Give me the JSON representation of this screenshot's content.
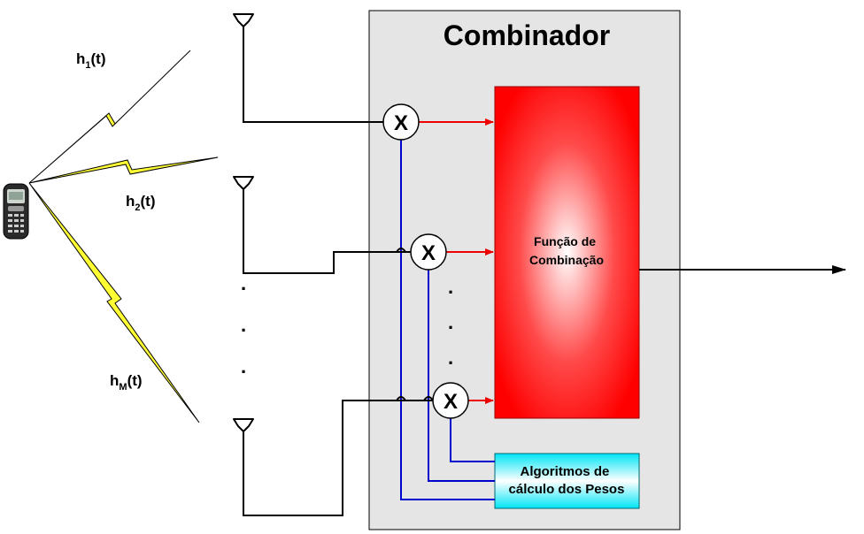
{
  "combiner": {
    "title": "Combinador",
    "combining_function": [
      "Função de",
      "Combinação"
    ],
    "weights_algorithm": [
      "Algoritmos de",
      "cálculo dos Pesos"
    ],
    "multiplier_symbol": "X"
  },
  "channels": [
    {
      "base": "h",
      "sub": "1",
      "suffix": "(t)"
    },
    {
      "base": "h",
      "sub": "2",
      "suffix": "(t)"
    },
    {
      "base": "h",
      "sub": "M",
      "suffix": "(t)"
    }
  ],
  "ellipsis_dot": ".",
  "colors": {
    "combiner_bg": "#e5e5e5",
    "combining_fill": "#ff1a1a",
    "weights_fill": "#00e0f0",
    "weight_lines": "#0000cc",
    "signal_arrows": "#ee0000",
    "lightning": "#ffff33"
  },
  "icons": [
    "mobile-phone-icon",
    "antenna-icon"
  ]
}
